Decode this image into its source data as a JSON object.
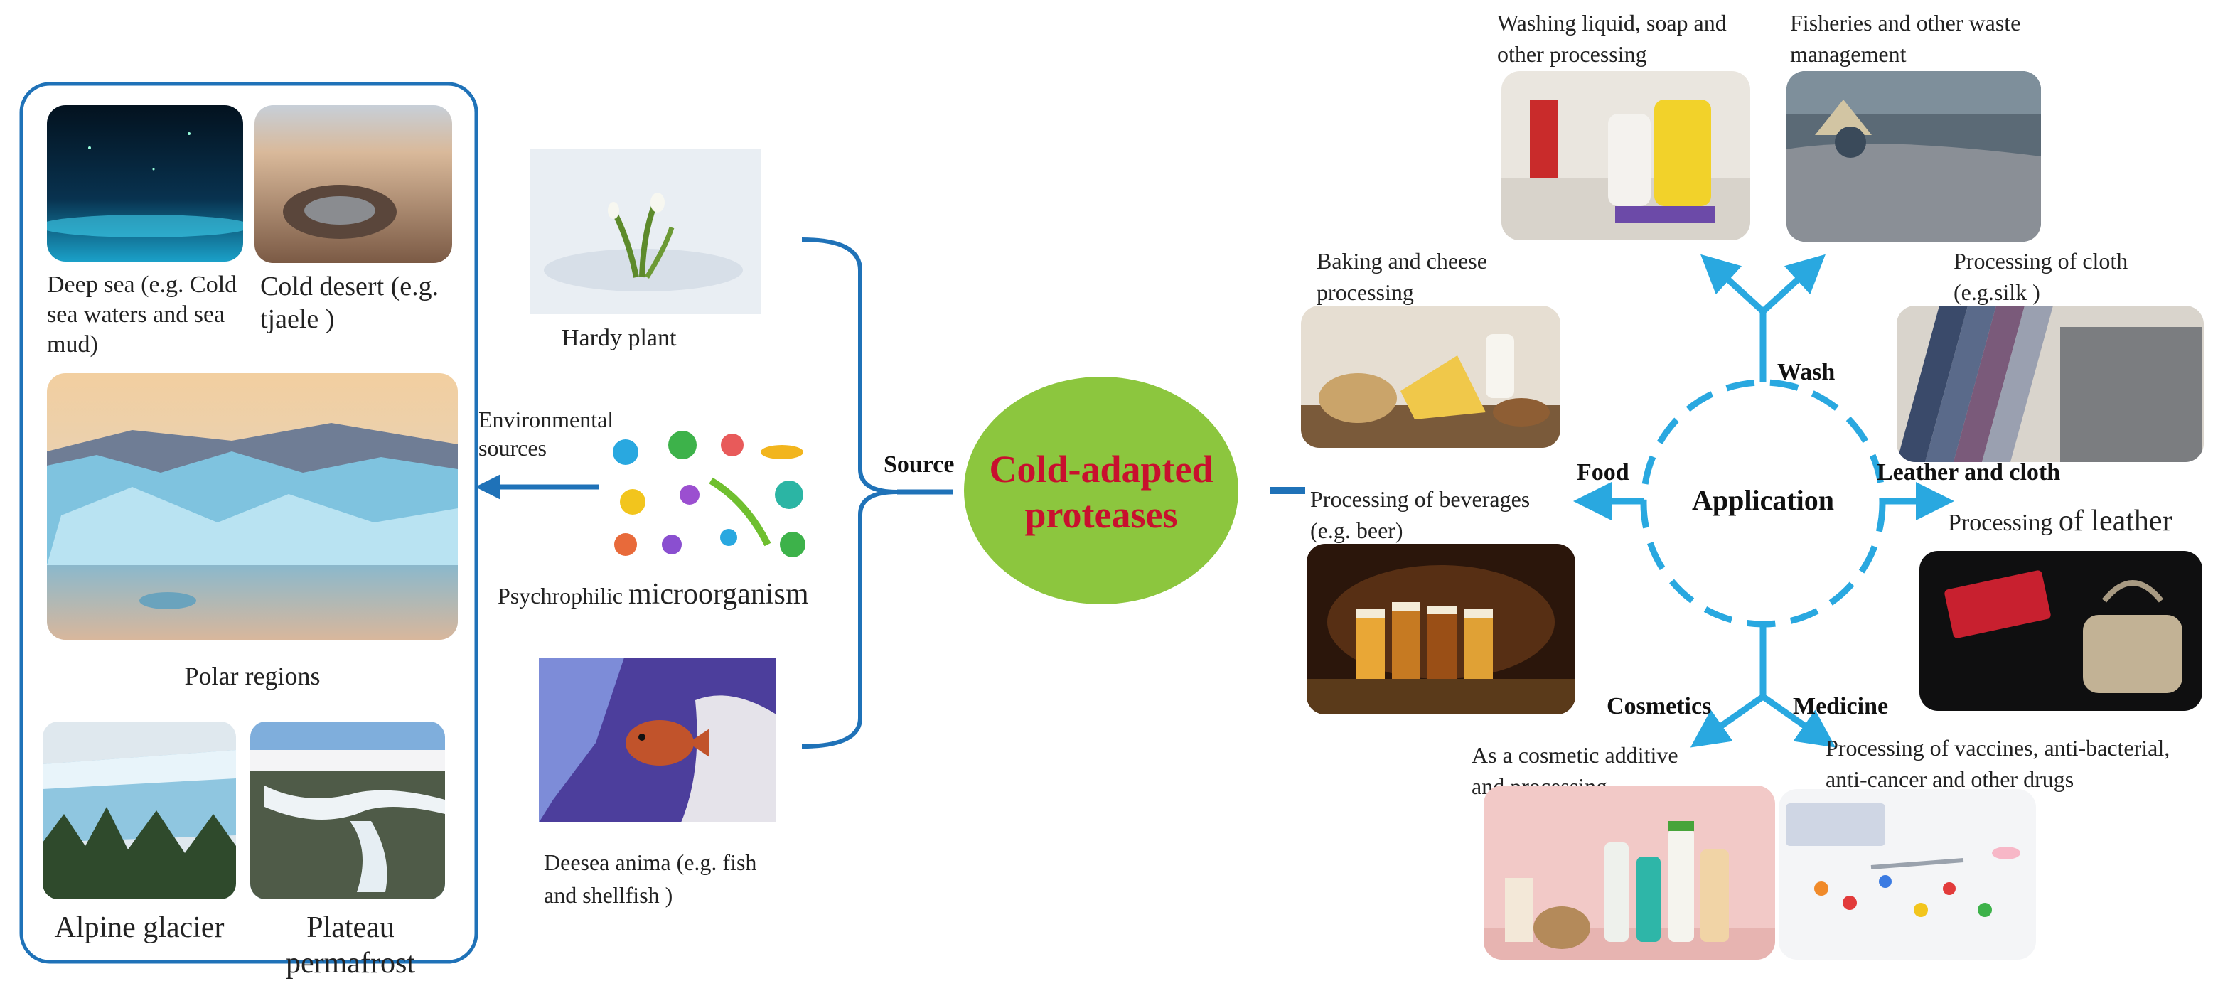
{
  "center": {
    "title_line1": "Cold-adapted",
    "title_line2": "proteases"
  },
  "source": {
    "label": "Source",
    "env_label": "Environmental\nsources",
    "hardy_plant": "Hardy plant",
    "psychrophilic_prefix": "Psychrophilic",
    "psychrophilic_main": "microorganism",
    "deep_sea_animal": "Deesea anima (e.g. fish\nand shellfish )"
  },
  "environments": {
    "deep_sea": "Deep sea (e.g. Cold\nsea waters and sea\nmud)",
    "cold_desert": "Cold desert (e.g.\ntjaele )",
    "polar": "Polar regions",
    "alpine": "Alpine glacier",
    "plateau": "Plateau permafrost"
  },
  "application": {
    "hub": "Application",
    "wash": "Wash",
    "food": "Food",
    "leather": "Leather and cloth",
    "cosmetics": "Cosmetics",
    "medicine": "Medicine",
    "washing_liquid": "Washing liquid, soap and\nother processing",
    "fisheries": "Fisheries and other waste\nmanagement",
    "baking": "Baking and cheese\nprocessing",
    "beverages": "Processing of beverages\n(e.g. beer)",
    "cloth": "Processing of cloth\n(e.g.silk )",
    "leather_prefix": "Processing ",
    "leather_main": "of leather",
    "cosmetic_additive": "As a cosmetic additive\nand processing",
    "vaccines": "Processing of vaccines, anti-bacterial,\nanti-cancer and other drugs"
  },
  "colors": {
    "arrow": "#29a8e0",
    "connector": "#1f72b8",
    "center_fill": "#8cc63e",
    "center_text": "#c8102e"
  }
}
